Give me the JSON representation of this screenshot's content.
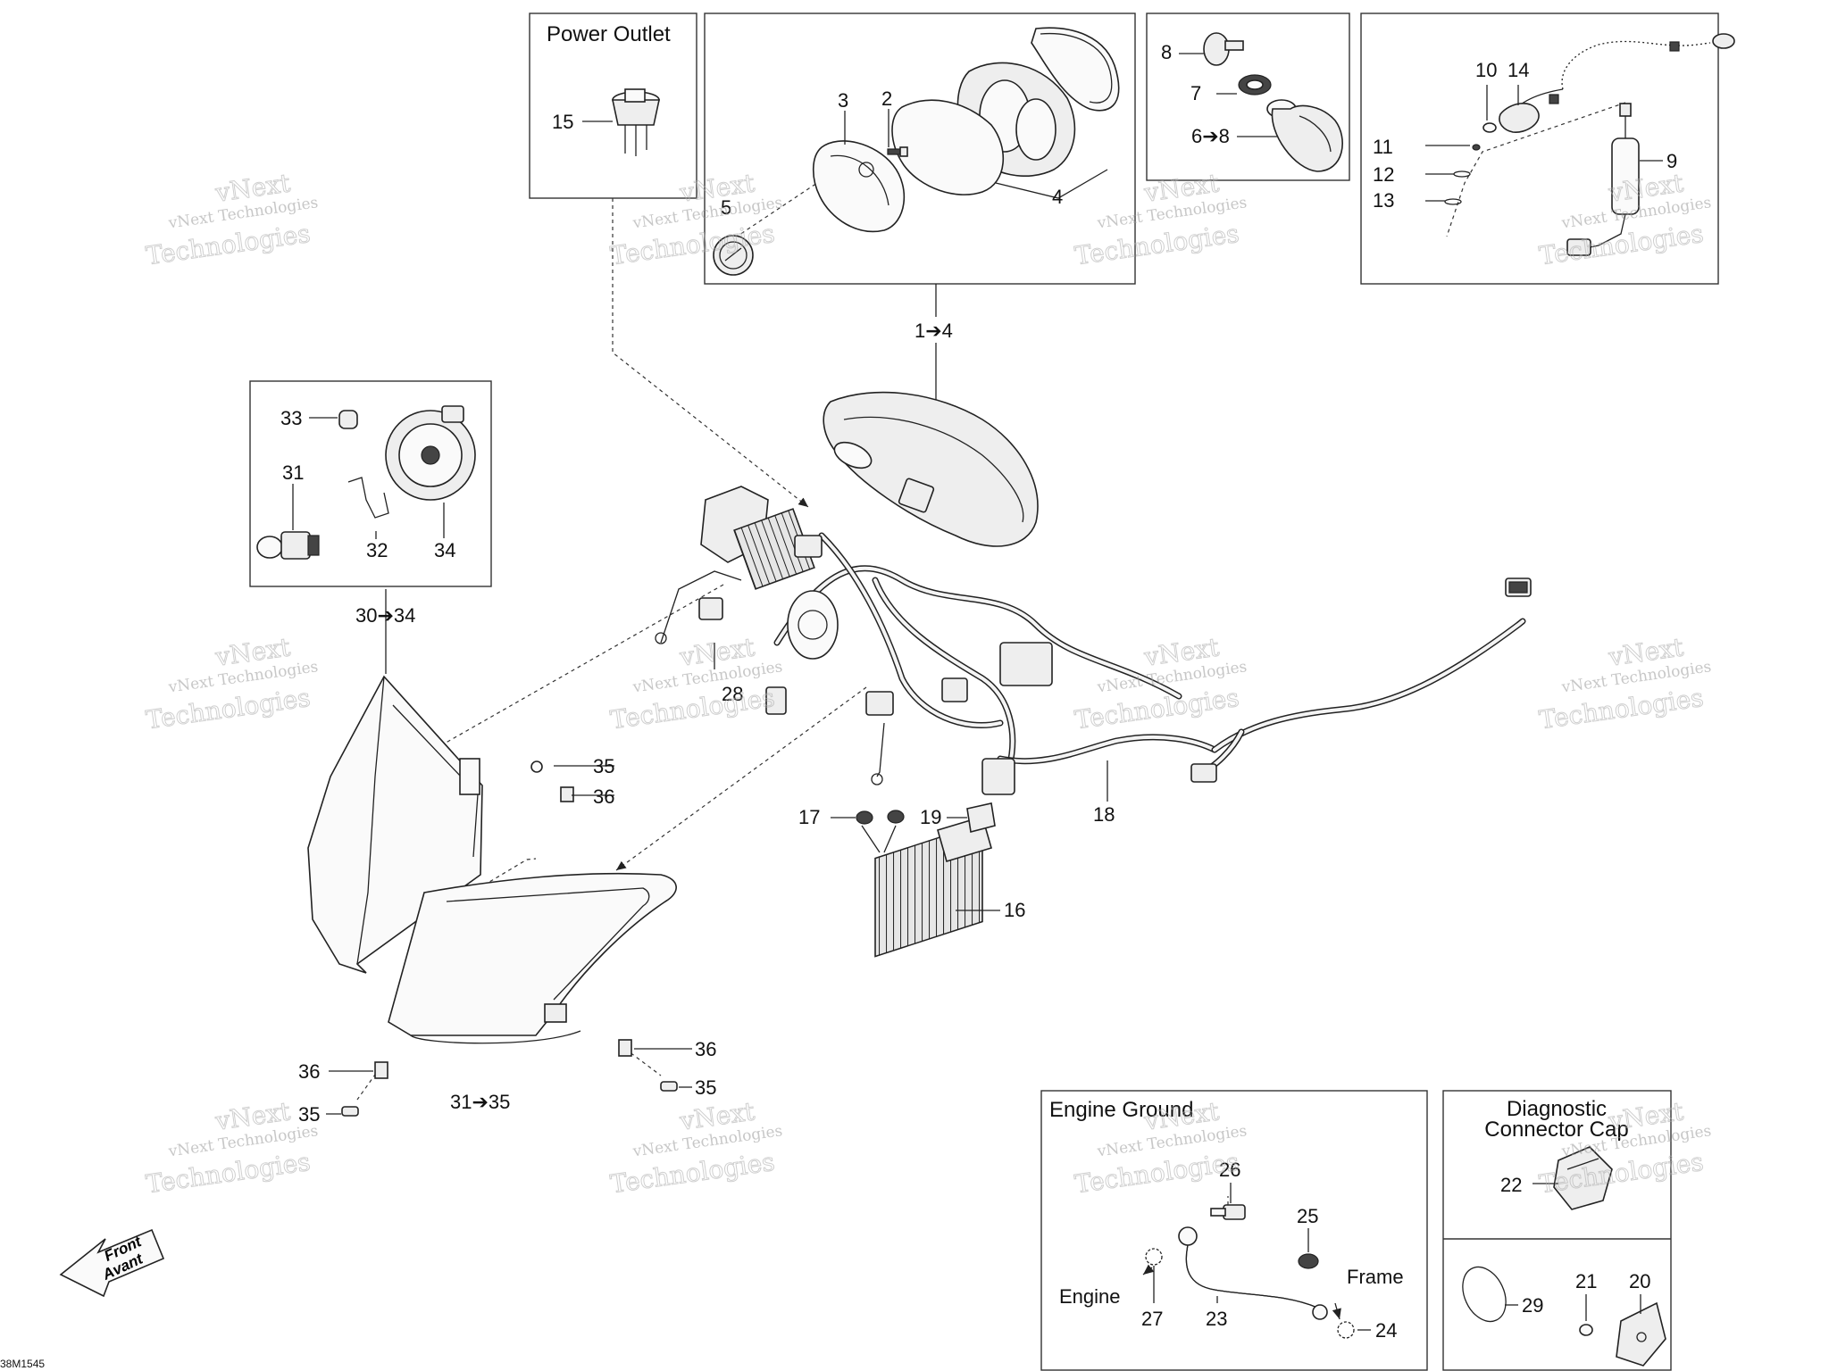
{
  "boxes": {
    "power_outlet": "Power Outlet",
    "engine_ground": "Engine Ground",
    "diagnostic_line1": "Diagnostic",
    "diagnostic_line2": "Connector Cap"
  },
  "callouts": {
    "c1_4": "1➔4",
    "c2": "2",
    "c3": "3",
    "c4": "4",
    "c5": "5",
    "c6_8": "6➔8",
    "c7": "7",
    "c8": "8",
    "c9": "9",
    "c10": "10",
    "c11": "11",
    "c12": "12",
    "c13": "13",
    "c14": "14",
    "c15": "15",
    "c16": "16",
    "c17": "17",
    "c18": "18",
    "c19": "19",
    "c20": "20",
    "c21": "21",
    "c22": "22",
    "c23": "23",
    "c24": "24",
    "c25": "25",
    "c26": "26",
    "c27": "27",
    "c28": "28",
    "c29": "29",
    "c30_34": "30➔34",
    "c31": "31",
    "c31_35": "31➔35",
    "c32": "32",
    "c33": "33",
    "c34": "34",
    "c35a": "35",
    "c35b": "35",
    "c35c": "35",
    "c36a": "36",
    "c36b": "36",
    "c36c": "36"
  },
  "annotations": {
    "engine": "Engine",
    "frame": "Frame",
    "front": "Front",
    "avant": "Avant"
  },
  "watermark": {
    "line1": "vNext",
    "line2": "vNext Technologies",
    "line3": "Technologies"
  },
  "footer_code": "38M1545"
}
